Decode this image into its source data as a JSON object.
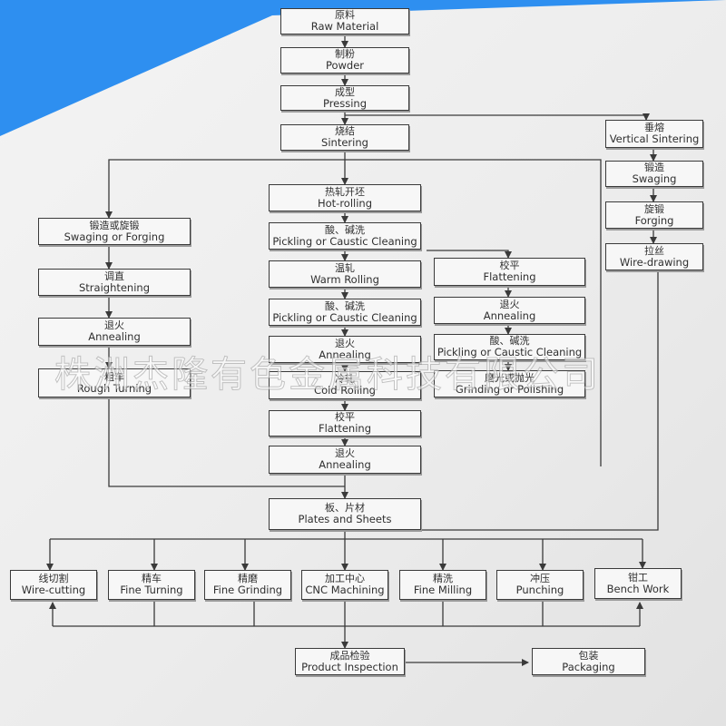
{
  "watermark": "株洲杰隆有色金属科技有限公司",
  "nodes": {
    "raw": {
      "zh": "原料",
      "en": "Raw Material"
    },
    "powder": {
      "zh": "制粉",
      "en": "Powder"
    },
    "pressing": {
      "zh": "成型",
      "en": "Pressing"
    },
    "sintering": {
      "zh": "烧结",
      "en": "Sintering"
    },
    "vsinter": {
      "zh": "垂熔",
      "en": "Vertical Sintering"
    },
    "swaging": {
      "zh": "锻造",
      "en": "Swaging"
    },
    "forging": {
      "zh": "旋锻",
      "en": "Forging"
    },
    "wiredraw": {
      "zh": "拉丝",
      "en": "Wire-drawing"
    },
    "swforge": {
      "zh": "锻造或旋锻",
      "en": "Swaging or Forging"
    },
    "straight": {
      "zh": "调直",
      "en": "Straightening"
    },
    "anneal_l": {
      "zh": "退火",
      "en": "Annealing"
    },
    "rough": {
      "zh": "粗车",
      "en": "Rough Turning"
    },
    "hot": {
      "zh": "热轧开坯",
      "en": "Hot-rolling"
    },
    "pickle1": {
      "zh": "酸、碱洗",
      "en": "Pickling or Caustic Cleaning"
    },
    "warm": {
      "zh": "温轧",
      "en": "Warm Rolling"
    },
    "pickle2": {
      "zh": "酸、碱洗",
      "en": "Pickling or Caustic Cleaning"
    },
    "anneal_m1": {
      "zh": "退火",
      "en": "Annealing"
    },
    "cold": {
      "zh": "冷轧",
      "en": "Cold Rolling"
    },
    "flat_m": {
      "zh": "校平",
      "en": "Flattening"
    },
    "anneal_m2": {
      "zh": "退火",
      "en": "Annealing"
    },
    "flat_r": {
      "zh": "校平",
      "en": "Flattening"
    },
    "anneal_r": {
      "zh": "退火",
      "en": "Annealing"
    },
    "pickle_r": {
      "zh": "酸、碱洗",
      "en": "Pickling or Caustic Cleaning"
    },
    "grind_r": {
      "zh": "磨光或抛光",
      "en": "Grinding or Polishing"
    },
    "plates": {
      "zh": "板、片材",
      "en": "Plates and Sheets"
    },
    "wirecut": {
      "zh": "线切割",
      "en": "Wire-cutting"
    },
    "fineturn": {
      "zh": "精车",
      "en": "Fine Turning"
    },
    "finegrind": {
      "zh": "精磨",
      "en": "Fine Grinding"
    },
    "cnc": {
      "zh": "加工中心",
      "en": "CNC Machining"
    },
    "finemill": {
      "zh": "精洗",
      "en": "Fine Milling"
    },
    "punch": {
      "zh": "冲压",
      "en": "Punching"
    },
    "bench": {
      "zh": "钳工",
      "en": "Bench Work"
    },
    "inspect": {
      "zh": "成品检验",
      "en": "Product Inspection"
    },
    "pack": {
      "zh": "包装",
      "en": "Packaging"
    }
  },
  "colors": {
    "line": "#3a3a3a",
    "background_edge": "#2e8ff0"
  }
}
